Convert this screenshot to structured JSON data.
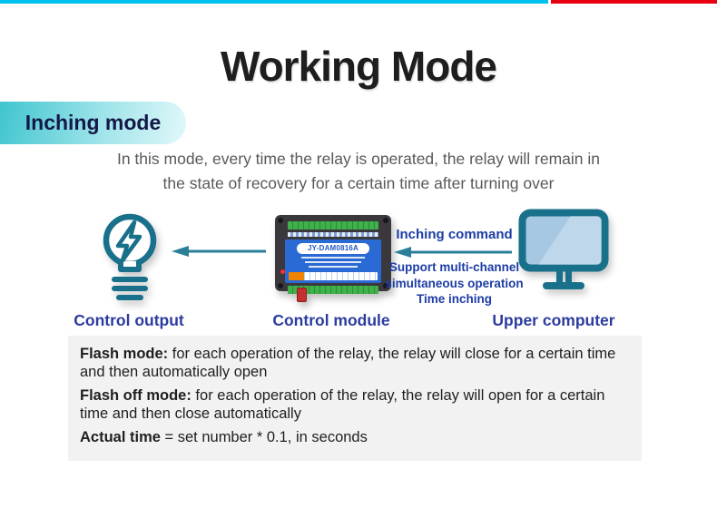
{
  "header": {
    "title": "Working Mode",
    "badge": "Inching mode"
  },
  "description": {
    "line1": "In this mode, every time the relay is operated, the relay will remain in",
    "line2": "the state of recovery for a certain time after turning over"
  },
  "diagram": {
    "inching_command": "Inching command",
    "support_note_line1": "Support multi-channel",
    "support_note_line2": "simultaneous operation",
    "support_note_line3": "Time inching",
    "module_model": "JY-DAM0816A",
    "captions": {
      "output": "Control output",
      "module": "Control module",
      "computer": "Upper computer"
    }
  },
  "notes": [
    {
      "term": "Flash mode:",
      "rest": " for each operation of the relay, the relay will close for a certain time and then automatically open"
    },
    {
      "term": "Flash off mode:",
      "rest": " for each operation of the relay, the relay will open for a certain time and then close automatically"
    },
    {
      "term": "Actual time",
      "rest": " = set number * 0.1, in seconds"
    }
  ],
  "colors": {
    "top_line_cyan": "#00c3ef",
    "top_line_red": "#e60012",
    "badge_teal": "#41c5cf",
    "navy_text": "#1d3da5",
    "icon_teal": "#19708a",
    "notes_background": "#f2f2f2"
  }
}
